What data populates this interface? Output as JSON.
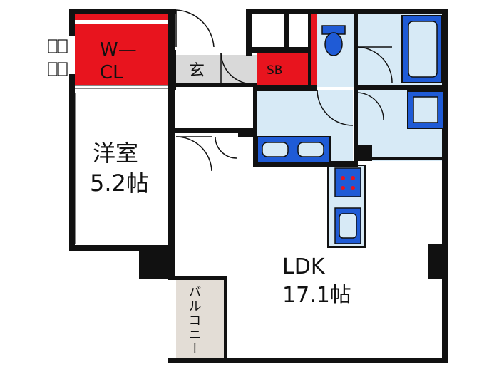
{
  "rooms": {
    "wcl_line1": "W—",
    "wcl_line2": "CL",
    "entrance": "玄",
    "sb": "SB",
    "western_name": "洋室",
    "western_size": "5.2帖",
    "ldk_name": "LDK",
    "ldk_size": "17.1帖",
    "balcony": "バルコニー"
  },
  "colors": {
    "wall": "#111111",
    "storage": "#e8141e",
    "water": "#d7eaf6",
    "fixture": "#1f5bd6",
    "entrance": "#d9d9d9",
    "balcony": "#e3ddd6",
    "kitchen_stove": "#1f5bd6"
  }
}
